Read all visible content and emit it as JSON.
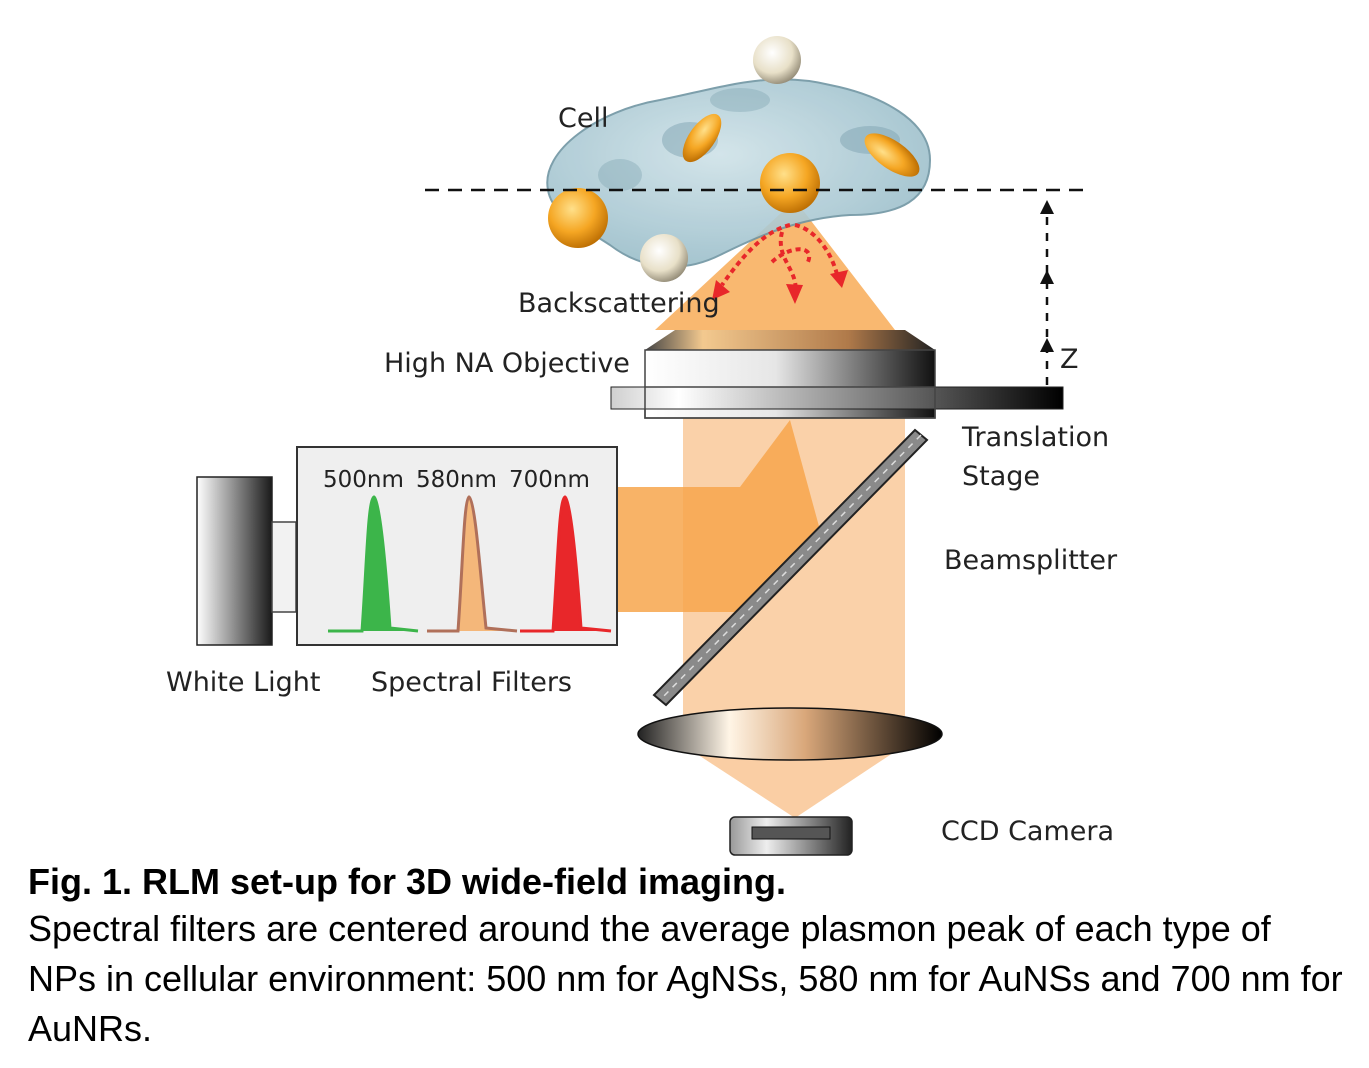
{
  "labels": {
    "cell": "Cell",
    "backscattering": "Backscattering",
    "objective": "High NA Objective",
    "z": "Z",
    "translation_line1": "Translation",
    "translation_line2": "Stage",
    "beamsplitter": "Beamsplitter",
    "white_light": "White Light",
    "spectral_filters": "Spectral Filters",
    "ccd_camera": "CCD Camera"
  },
  "filters": [
    {
      "label": "500nm",
      "color": "#3cb54a"
    },
    {
      "label": "580nm",
      "color": "#f4b77a"
    },
    {
      "label": "700nm",
      "color": "#e8272a"
    }
  ],
  "colors": {
    "beam": "#f7a64c",
    "beam_light": "#f9c99a",
    "cell": "#a8c9d4",
    "gold_particle": "#f5a623",
    "silver_particle": "#e8e0c8",
    "backscatter_arrow": "#e8272a"
  },
  "caption": {
    "title": "Fig. 1. RLM set-up for 3D wide-field imaging.",
    "body": "Spectral filters are centered around the average plasmon peak of each type of NPs in cellular environment: 500 nm for AgNSs, 580 nm for AuNSs and 700 nm for AuNRs."
  }
}
